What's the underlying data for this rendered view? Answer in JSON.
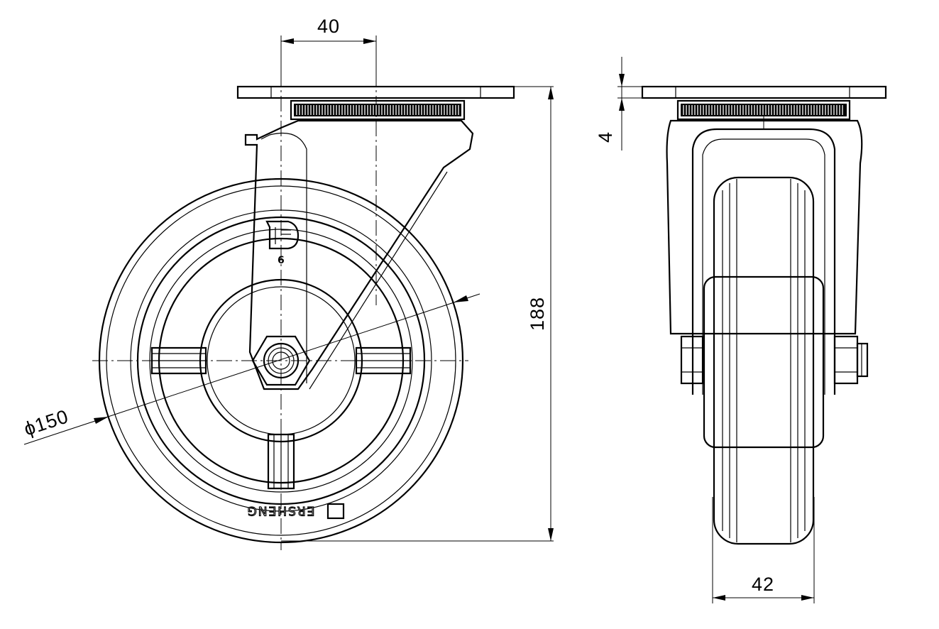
{
  "dimensions": {
    "offset": "40",
    "height": "188",
    "plate_thickness": "4",
    "wheel_diameter": "ϕ150",
    "wheel_width": "42"
  },
  "brand": {
    "wheel_text": "ERSHENG",
    "logo_number": "6"
  }
}
